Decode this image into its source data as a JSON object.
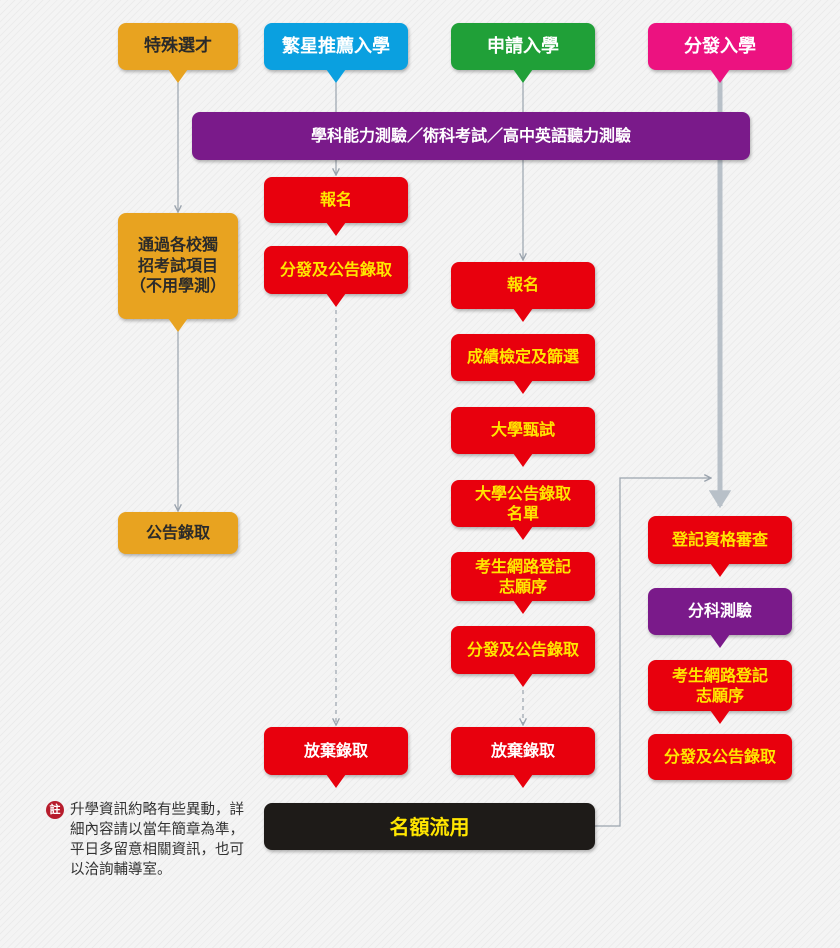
{
  "headers": {
    "special": "特殊選才",
    "star": "繁星推薦入學",
    "apply": "申請入學",
    "distribute": "分發入學"
  },
  "exam_bar": "學科能力測驗／術科考試／高中英語聽力測驗",
  "special_track": {
    "exam": [
      "通過各校獨",
      "招考試項目",
      "（不用學測）"
    ],
    "admit": "公告錄取"
  },
  "star_track": {
    "register": "報名",
    "admit": "分發及公告錄取",
    "waive": "放棄錄取"
  },
  "apply_track": {
    "register": "報名",
    "screening": "成績檢定及篩選",
    "interview": "大學甄試",
    "list": [
      "大學公告錄取",
      "名單"
    ],
    "registration": [
      "考生網路登記",
      "志願序"
    ],
    "admit": "分發及公告錄取",
    "waive": "放棄錄取"
  },
  "distribute_track": {
    "review": "登記資格審查",
    "exam": "分科測驗",
    "registration": [
      "考生網路登記",
      "志願序"
    ],
    "admit": "分發及公告錄取"
  },
  "quota": "名額流用",
  "note": {
    "badge": "註",
    "text": "升學資訊約略有些異動，詳細內容請以當年簡章為準，平日多留意相關資訊，也可以洽詢輔導室。"
  }
}
